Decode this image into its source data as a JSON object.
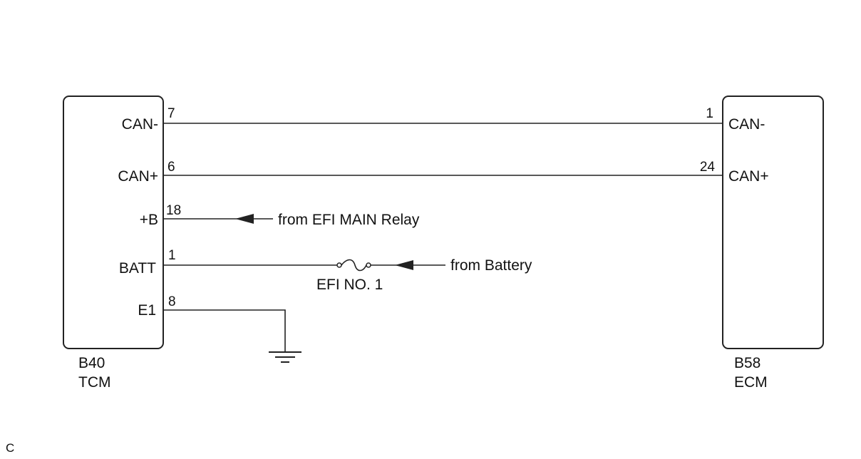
{
  "tcm": {
    "code": "B40",
    "name": "TCM",
    "pins": [
      {
        "label": "CAN-",
        "number": "7"
      },
      {
        "label": "CAN+",
        "number": "6"
      },
      {
        "label": "+B",
        "number": "18"
      },
      {
        "label": "BATT",
        "number": "1"
      },
      {
        "label": "E1",
        "number": "8"
      }
    ]
  },
  "ecm": {
    "code": "B58",
    "name": "ECM",
    "pins": [
      {
        "label": "CAN-",
        "number": "1"
      },
      {
        "label": "CAN+",
        "number": "24"
      }
    ]
  },
  "sources": {
    "relay": "from EFI MAIN Relay",
    "battery": "from Battery"
  },
  "fuse": {
    "label": "EFI NO. 1"
  },
  "footnote": "C"
}
